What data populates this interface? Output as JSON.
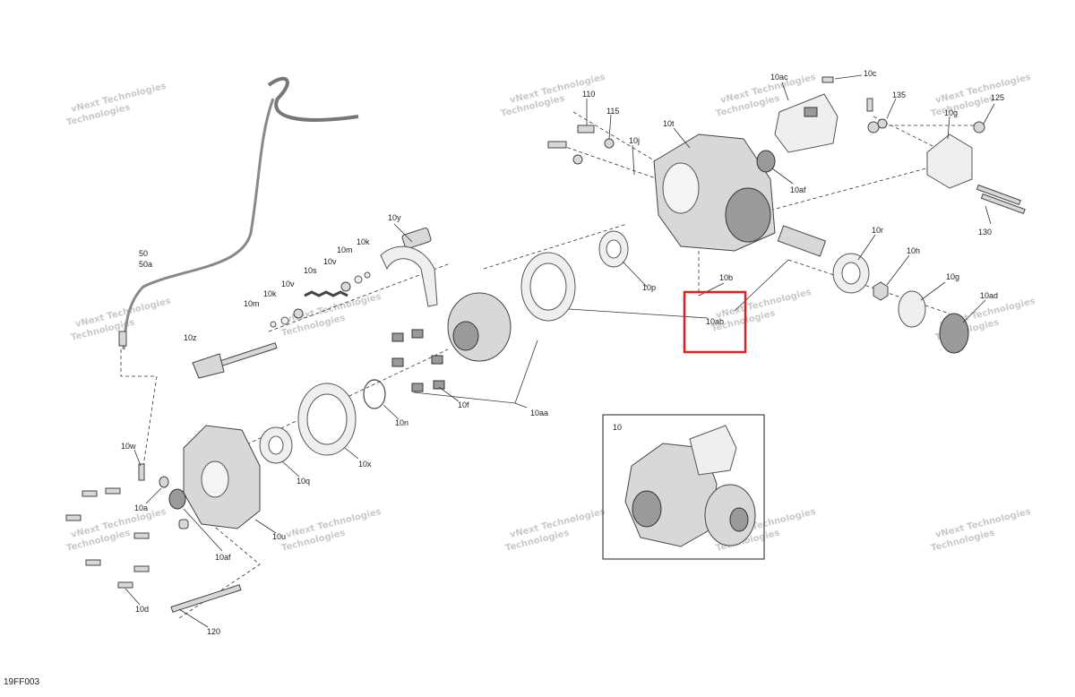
{
  "diagram_code": "19FF003",
  "watermark": {
    "line1": "vNext Technologies",
    "line2": "Technologies"
  },
  "inset_label": "10",
  "callouts": [
    {
      "id": "c-110",
      "text": "110"
    },
    {
      "id": "c-115",
      "text": "115"
    },
    {
      "id": "c-10j",
      "text": "10j"
    },
    {
      "id": "c-10t",
      "text": "10t"
    },
    {
      "id": "c-10ac",
      "text": "10ac"
    },
    {
      "id": "c-10c",
      "text": "10c"
    },
    {
      "id": "c-135",
      "text": "135"
    },
    {
      "id": "c-125",
      "text": "125"
    },
    {
      "id": "c-10g-top",
      "text": "10g"
    },
    {
      "id": "c-10af-top",
      "text": "10af"
    },
    {
      "id": "c-130",
      "text": "130"
    },
    {
      "id": "c-50",
      "text": "50"
    },
    {
      "id": "c-50a",
      "text": "50a"
    },
    {
      "id": "c-10y",
      "text": "10y"
    },
    {
      "id": "c-10k-top",
      "text": "10k"
    },
    {
      "id": "c-10m-top",
      "text": "10m"
    },
    {
      "id": "c-10v-top",
      "text": "10v"
    },
    {
      "id": "c-10s",
      "text": "10s"
    },
    {
      "id": "c-10v-mid",
      "text": "10v"
    },
    {
      "id": "c-10k-mid",
      "text": "10k"
    },
    {
      "id": "c-10m-mid",
      "text": "10m"
    },
    {
      "id": "c-10z",
      "text": "10z"
    },
    {
      "id": "c-10p",
      "text": "10p"
    },
    {
      "id": "c-10b",
      "text": "10b"
    },
    {
      "id": "c-10ab",
      "text": "10ab"
    },
    {
      "id": "c-10r",
      "text": "10r"
    },
    {
      "id": "c-10h",
      "text": "10h"
    },
    {
      "id": "c-10g",
      "text": "10g"
    },
    {
      "id": "c-10ad",
      "text": "10ad"
    },
    {
      "id": "c-10f",
      "text": "10f"
    },
    {
      "id": "c-10aa",
      "text": "10aa"
    },
    {
      "id": "c-10n",
      "text": "10n"
    },
    {
      "id": "c-10x",
      "text": "10x"
    },
    {
      "id": "c-10q",
      "text": "10q"
    },
    {
      "id": "c-10w",
      "text": "10w"
    },
    {
      "id": "c-10a",
      "text": "10a"
    },
    {
      "id": "c-10af-bot",
      "text": "10af"
    },
    {
      "id": "c-10u",
      "text": "10u"
    },
    {
      "id": "c-10d",
      "text": "10d"
    },
    {
      "id": "c-120",
      "text": "120"
    }
  ],
  "highlight": {
    "target": "10ab",
    "color": "#e02020"
  }
}
